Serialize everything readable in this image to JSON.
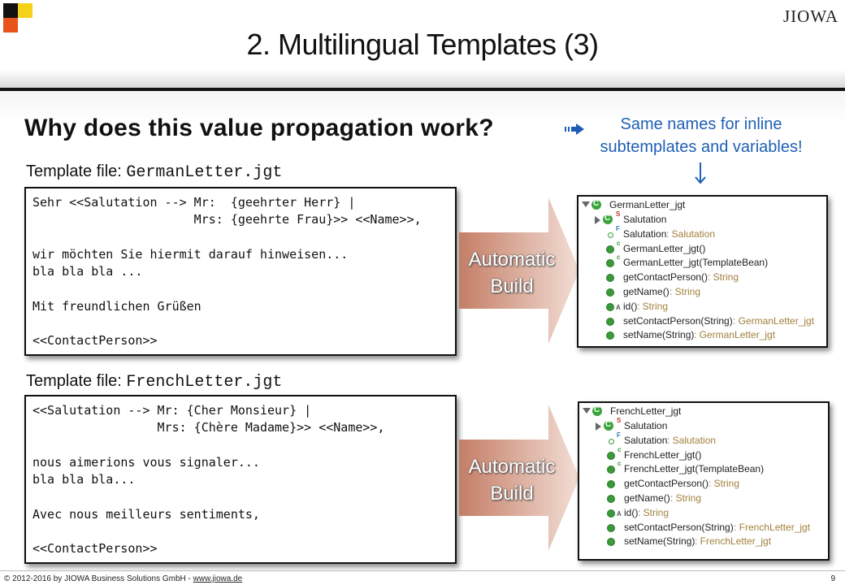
{
  "brand": "JIOWA",
  "title": "2. Multilingual Templates (3)",
  "heading": "Why does this value propagation work?",
  "note": {
    "line1": "Same names for inline",
    "line2": "subtemplates and variables!"
  },
  "colors": {
    "logo_black": "#111111",
    "logo_yellow": "#f5d11c",
    "logo_orange": "#e8531c",
    "note_blue": "#1e5fb4",
    "arrow_fill": "#c98a74",
    "type_gold": "#a07f3c",
    "icon_green": "#3a9a3a"
  },
  "icons": [
    "logo-squares",
    "right-arrow-icon",
    "down-arrow-icon",
    "expand-triangle-icon",
    "class-icon",
    "method-dot-icon",
    "field-icon"
  ],
  "german": {
    "label_prefix": "Template file:",
    "file": "GermanLetter.jgt",
    "lines": [
      "Sehr <<Salutation --> Mr:  {geehrter Herr} |",
      "                      Mrs: {geehrte Frau}>> <<Name>>,",
      "",
      "wir möchten Sie hiermit darauf hinweisen...",
      "bla bla bla ...",
      "",
      "Mit freundlichen Grüßen",
      "",
      "<<ContactPerson>>"
    ],
    "arrow_line1": "Automatic",
    "arrow_line2": "Build",
    "outline": {
      "class": "GermanLetter_jgt",
      "rows": [
        {
          "name": "Salutation",
          "type": ""
        },
        {
          "name": "Salutation",
          "type": " : Salutation"
        },
        {
          "name": "GermanLetter_jgt()",
          "type": ""
        },
        {
          "name": "GermanLetter_jgt(TemplateBean)",
          "type": ""
        },
        {
          "name": "getContactPerson()",
          "type": " : String"
        },
        {
          "name": "getName()",
          "type": " : String"
        },
        {
          "name": "id()",
          "type": " : String"
        },
        {
          "name": "setContactPerson(String)",
          "type": " : GermanLetter_jgt"
        },
        {
          "name": "setName(String)",
          "type": " : GermanLetter_jgt"
        }
      ]
    }
  },
  "french": {
    "label_prefix": "Template file:",
    "file": "FrenchLetter.jgt",
    "lines": [
      "<<Salutation --> Mr: {Cher Monsieur} |",
      "                 Mrs: {Chère Madame}>> <<Name>>,",
      "",
      "nous aimerions vous signaler...",
      "bla bla bla...",
      "",
      "Avec nous meilleurs sentiments,",
      "",
      "<<ContactPerson>>"
    ],
    "arrow_line1": "Automatic",
    "arrow_line2": "Build",
    "outline": {
      "class": "FrenchLetter_jgt",
      "rows": [
        {
          "name": "Salutation",
          "type": ""
        },
        {
          "name": "Salutation",
          "type": " : Salutation"
        },
        {
          "name": "FrenchLetter_jgt()",
          "type": ""
        },
        {
          "name": "FrenchLetter_jgt(TemplateBean)",
          "type": ""
        },
        {
          "name": "getContactPerson()",
          "type": " : String"
        },
        {
          "name": "getName()",
          "type": " : String"
        },
        {
          "name": "id()",
          "type": " : String"
        },
        {
          "name": "setContactPerson(String)",
          "type": " : FrenchLetter_jgt"
        },
        {
          "name": "setName(String)",
          "type": " : FrenchLetter_jgt"
        }
      ]
    }
  },
  "footer": {
    "text": "© 2012-2016 by JIOWA Business Solutions GmbH - ",
    "link": "www.jiowa.de",
    "page": "9"
  }
}
